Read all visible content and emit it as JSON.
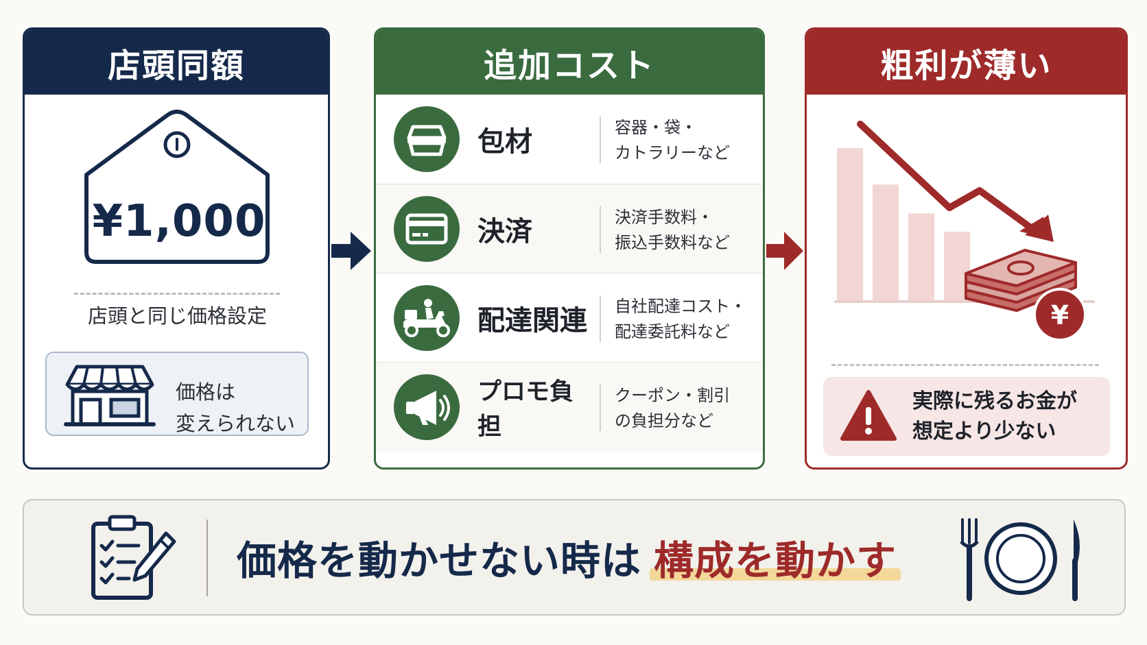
{
  "panels": {
    "price": {
      "title": "店頭同額",
      "tag_price": "¥1,000",
      "caption": "店頭と同じ価格設定",
      "note_line1": "価格は",
      "note_line2": "変えられない"
    },
    "costs": {
      "title": "追加コスト",
      "items": [
        {
          "title": "包材",
          "desc_line1": "容器・袋・",
          "desc_line2": "カトラリーなど",
          "icon": "container-icon"
        },
        {
          "title": "決済",
          "desc_line1": "決済手数料・",
          "desc_line2": "振込手数料など",
          "icon": "credit-card-icon"
        },
        {
          "title": "配達関連",
          "desc_line1": "自社配達コスト・",
          "desc_line2": "配達委託料など",
          "icon": "delivery-scooter-icon"
        },
        {
          "title": "プロモ負担",
          "desc_line1": "クーポン・割引",
          "desc_line2": "の負担分など",
          "icon": "megaphone-icon"
        }
      ]
    },
    "margin": {
      "title": "粗利が薄い",
      "bars": [
        100,
        76,
        57,
        45
      ],
      "yen_symbol": "¥",
      "alert_line1": "実際に残るお金が",
      "alert_line2": "想定より少ない"
    }
  },
  "banner": {
    "text_main": "価格を動かせない時は",
    "text_highlight": "構成を動かす"
  },
  "colors": {
    "navy": "#15294a",
    "green": "#3a6b3f",
    "red": "#9e2a2a",
    "highlight": "#f3d89a"
  }
}
